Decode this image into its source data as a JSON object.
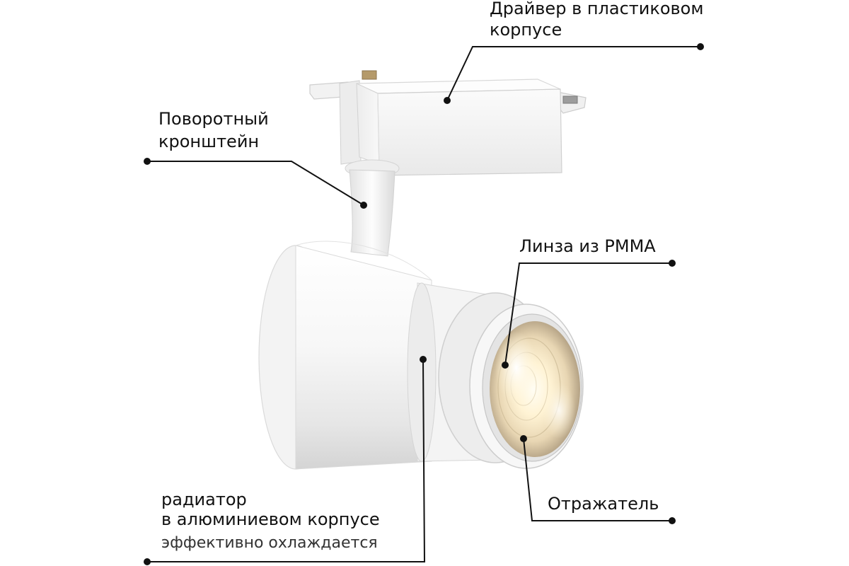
{
  "callouts": {
    "driver": {
      "line1": "Драйвер в пластиковом",
      "line2": "корпусе"
    },
    "bracket": {
      "line1": "Поворотный",
      "line2": "кронштейн"
    },
    "lens": {
      "line1": "Линза из PMMA"
    },
    "reflector": {
      "line1": "Отражатель"
    },
    "radiator": {
      "line1": "радиатор",
      "line2": "в алюминиевом корпусе",
      "note": "эффективно охлаждается"
    }
  },
  "colors": {
    "body_white": "#f6f6f6",
    "body_shadow": "#dcdcdc",
    "leader": "#111111",
    "glow": "#fff6dd",
    "reflector": "#c9b89a"
  }
}
